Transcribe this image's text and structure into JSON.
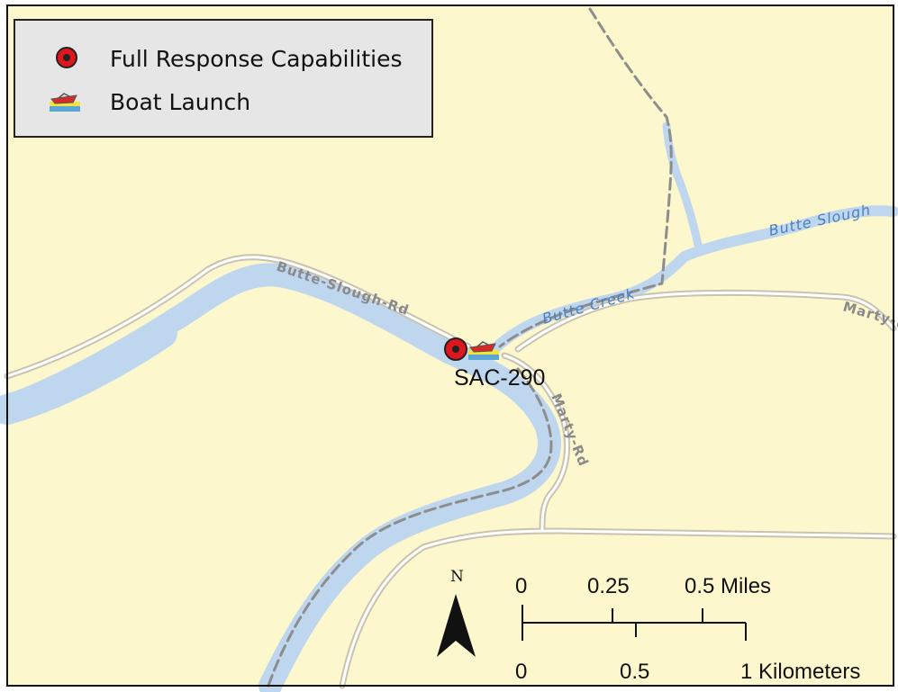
{
  "legend": {
    "items": [
      {
        "label": "Full Response Capabilities",
        "icon": "full-response-capability-icon"
      },
      {
        "label": "Boat Launch",
        "icon": "boat-launch-icon"
      }
    ]
  },
  "map": {
    "site_label": "SAC-290",
    "roads": {
      "butte_slough_rd": "Butte-Slough-Rd",
      "marty_rd": "Marty-Rd",
      "marty_east": "Marty-R"
    },
    "water": {
      "butte_slough": "Butte Slough",
      "butte_creek": "Butte Creek"
    },
    "north_arrow": {
      "letter": "N"
    },
    "scale_bar": {
      "miles_ticks": [
        "0",
        "0.25",
        "0.5 Miles"
      ],
      "km_ticks": [
        "0",
        "0.5",
        "1 Kilometers"
      ]
    },
    "colors": {
      "land": "#fcf7cd",
      "water": "#bed7ee",
      "water_label": "#4b7fc0",
      "road_casing": "#c9c3b0",
      "road_fill": "#ffffff",
      "trail": "#8d8d8d",
      "legend_bg": "#e6e6e6",
      "marker_red": "#e0161e"
    }
  }
}
